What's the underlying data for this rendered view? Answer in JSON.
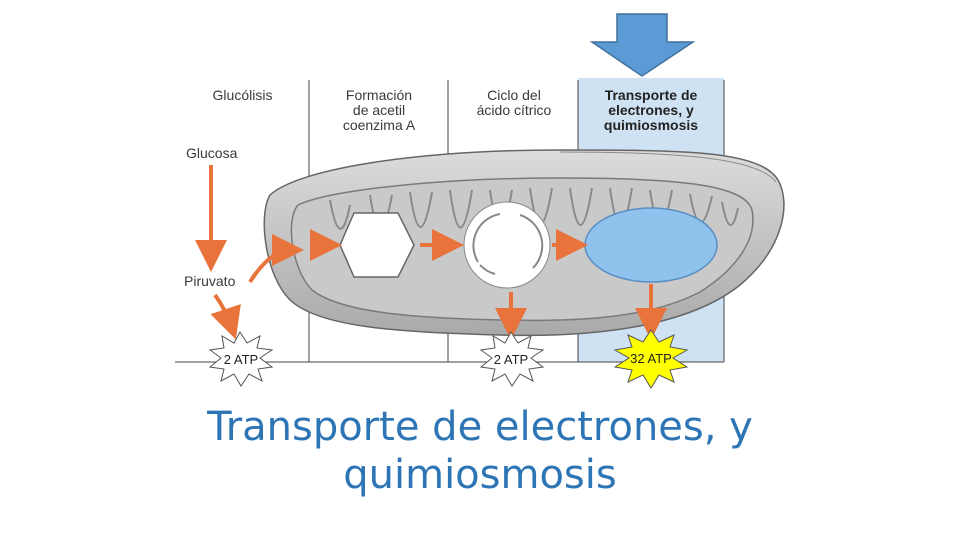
{
  "stages": {
    "glycolysis": "Glucólisis",
    "acetyl_line1": "Formación",
    "acetyl_line2": "de acetil",
    "acetyl_line3": "coenzima A",
    "krebs_line1": "Ciclo del",
    "krebs_line2": "ácido cítrico",
    "etc_line1": "Transporte de",
    "etc_line2": "electrones, y",
    "etc_line3": "quimiosmosis"
  },
  "molecules": {
    "glucose": "Glucosa",
    "pyruvate": "Piruvato"
  },
  "atp": {
    "glycolysis": "2 ATP",
    "krebs": "2 ATP",
    "etc": "32 ATP"
  },
  "caption": {
    "line1": "Transporte de electrones, y",
    "line2": "quimiosmosis"
  },
  "colors": {
    "highlight_panel": "#cfe2f3",
    "pointer_arrow": "#5b9bd5",
    "flow_arrow": "#e8743b",
    "etc_atp_star": "#ffff00",
    "caption": "#2e75b6"
  }
}
